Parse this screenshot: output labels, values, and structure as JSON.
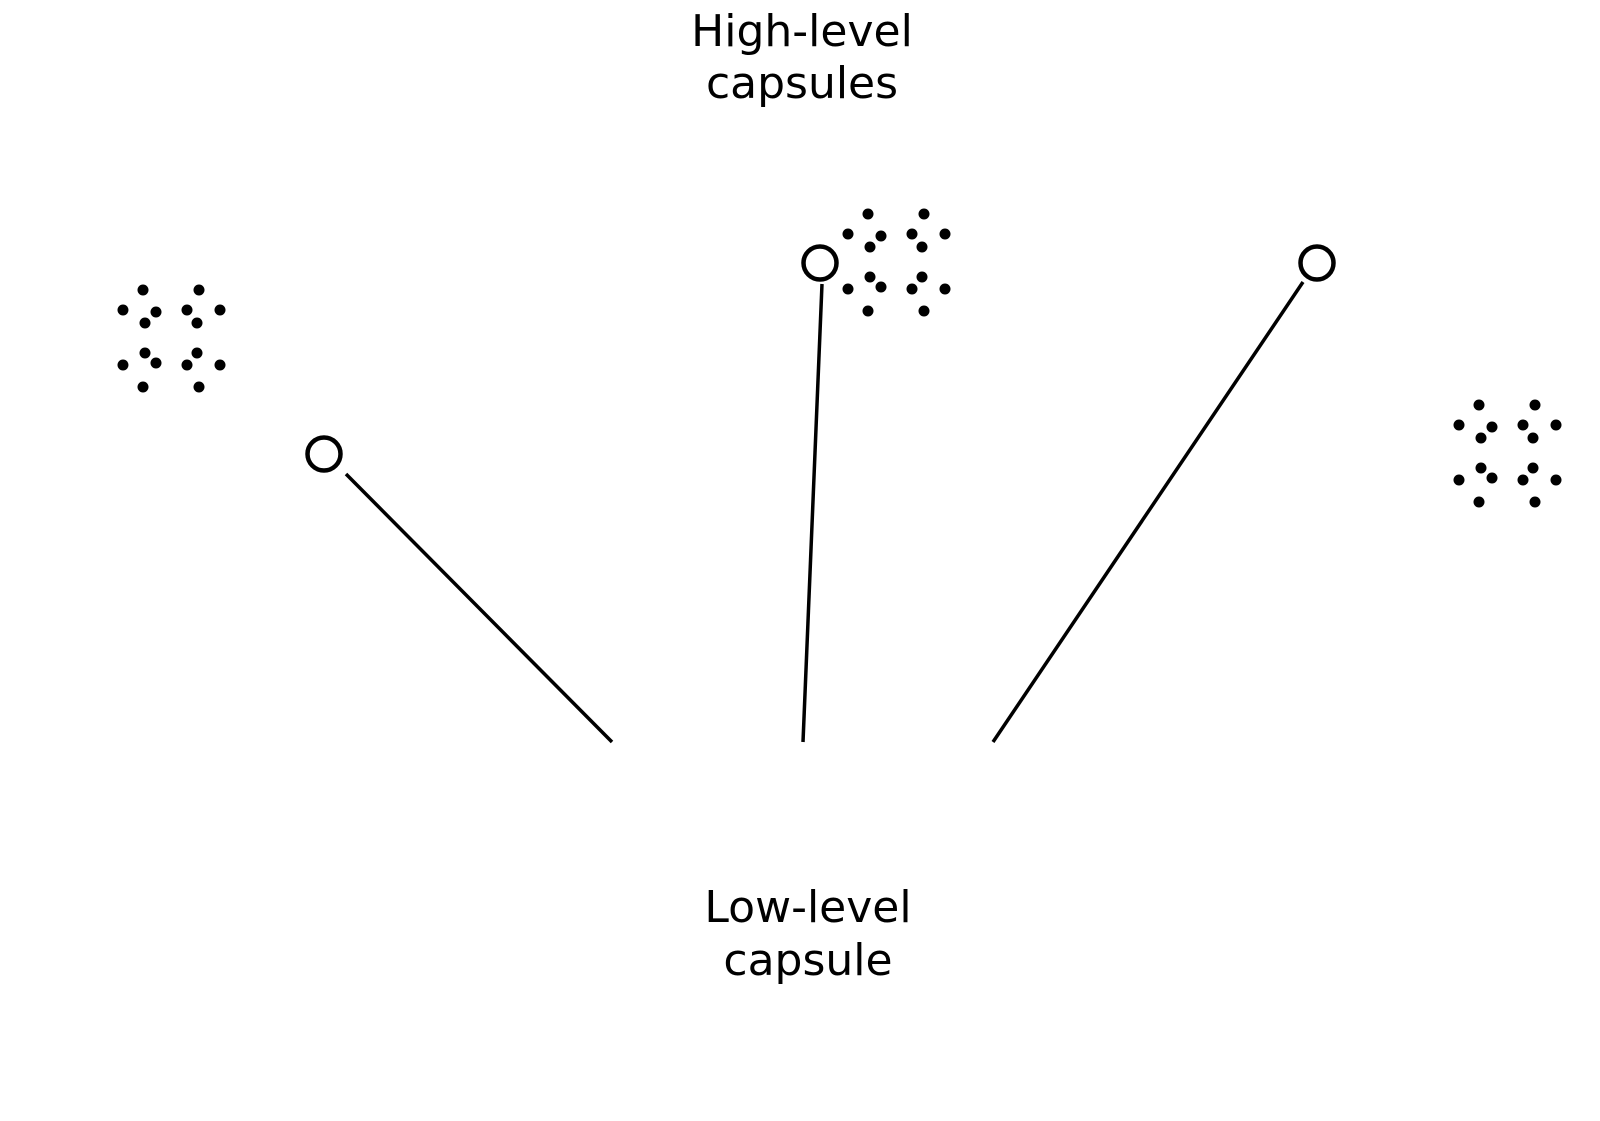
{
  "labels": {
    "high_level_line1": "High-level",
    "high_level_line2": "capsules",
    "low_level_line1": "Low-level",
    "low_level_line2": "capsule"
  },
  "predictions": [
    {
      "name": "left"
    },
    {
      "name": "center"
    },
    {
      "name": "right"
    }
  ],
  "high_level_capsules": [
    {
      "name": "left-cluster"
    },
    {
      "name": "center-cluster"
    },
    {
      "name": "right-cluster"
    }
  ],
  "colors": {
    "stroke": "#000000",
    "background": "#ffffff"
  }
}
